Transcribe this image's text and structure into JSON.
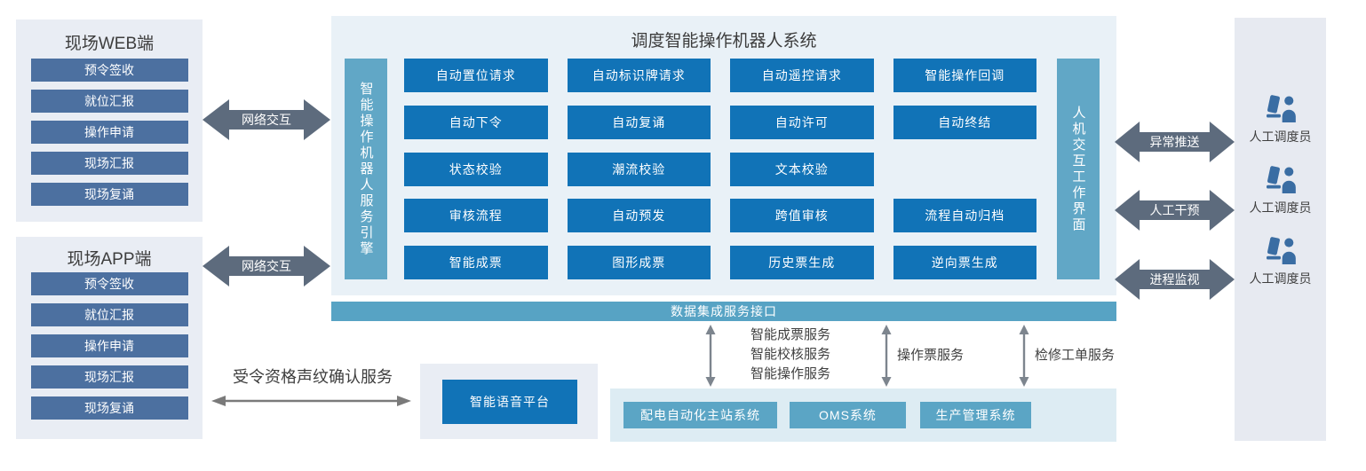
{
  "colors": {
    "steel_blue_button": "#4c70a0",
    "bright_blue_box": "#1173b7",
    "teal_bar": "#5ba5c5",
    "thick_arrow": "#5d6b7d",
    "thin_arrow": "#7d858e",
    "panel_bg": "#e9edf4",
    "main_panel_bg": "#e9f1f7",
    "person_icon": "#3a6da3"
  },
  "web_panel": {
    "title": "现场WEB端",
    "items": [
      "预令签收",
      "就位汇报",
      "操作申请",
      "现场汇报",
      "现场复诵"
    ]
  },
  "app_panel": {
    "title": "现场APP端",
    "items": [
      "预令签收",
      "就位汇报",
      "操作申请",
      "现场汇报",
      "现场复诵"
    ]
  },
  "network_arrows": {
    "web_label": "网络交互",
    "app_label": "网络交互"
  },
  "main_system": {
    "title": "调度智能操作机器人系统",
    "left_bar": "智能操作机器人服务引擎",
    "right_bar": "人机交互工作界面",
    "boxes": [
      "自动置位请求",
      "自动标识牌请求",
      "自动遥控请求",
      "智能操作回调",
      "自动下令",
      "自动复诵",
      "自动许可",
      "自动终结",
      "状态校验",
      "潮流校验",
      "文本校验",
      "审核流程",
      "自动预发",
      "跨值审核",
      "流程自动归档",
      "智能成票",
      "图形成票",
      "历史票生成",
      "逆向票生成"
    ]
  },
  "data_bar": {
    "label": "数据集成服务接口"
  },
  "service_links": [
    {
      "label_lines": [
        "智能成票服务",
        "智能校核服务",
        "智能操作服务"
      ]
    },
    {
      "label_lines": [
        "操作票服务"
      ]
    },
    {
      "label_lines": [
        "检修工单服务"
      ]
    }
  ],
  "external_systems": {
    "items": [
      "配电自动化主站系统",
      "OMS系统",
      "生产管理系统"
    ]
  },
  "voice": {
    "service_label": "受令资格声纹确认服务",
    "platform_label": "智能语音平台"
  },
  "right_arrows": [
    {
      "label": "异常推送"
    },
    {
      "label": "人工干预"
    },
    {
      "label": "进程监视"
    }
  ],
  "dispatchers": {
    "label": "人工调度员"
  }
}
